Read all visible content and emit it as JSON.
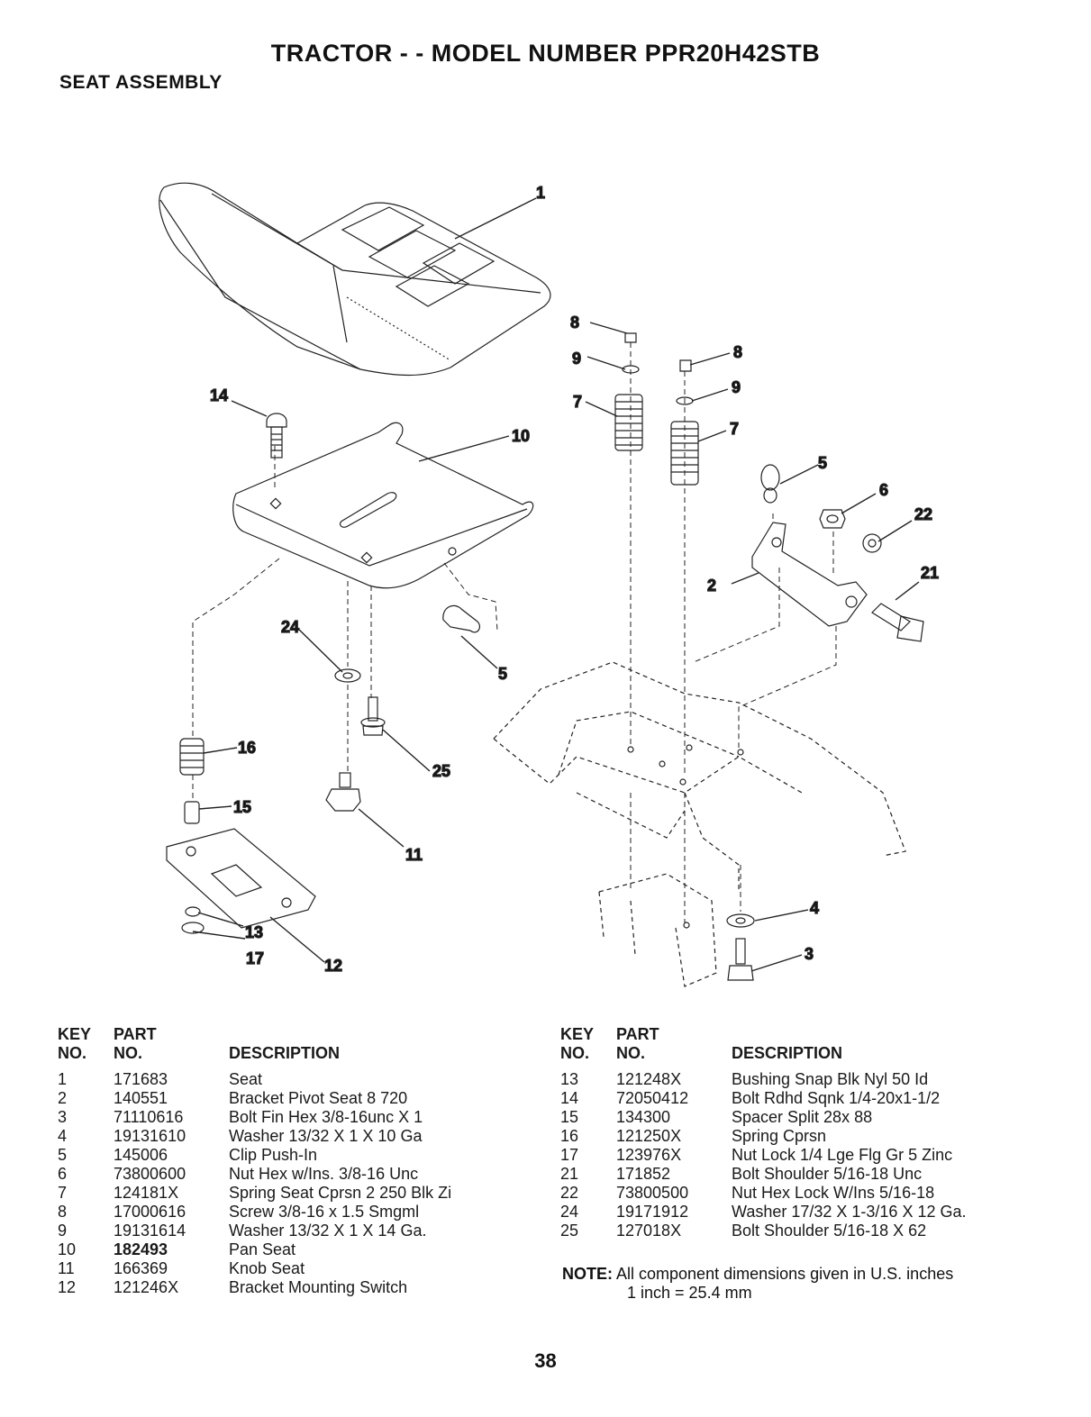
{
  "header": {
    "title": "TRACTOR - - MODEL NUMBER PPR20H42STB",
    "section": "SEAT ASSEMBLY"
  },
  "diagram": {
    "callouts": [
      "1",
      "14",
      "10",
      "8",
      "9",
      "7",
      "8",
      "9",
      "7",
      "5",
      "6",
      "22",
      "21",
      "2",
      "24",
      "5",
      "16",
      "25",
      "15",
      "11",
      "13",
      "17",
      "12",
      "4",
      "3"
    ]
  },
  "table_headers": {
    "key": "KEY",
    "no": "NO.",
    "part": "PART",
    "part_no": "NO.",
    "description": "DESCRIPTION"
  },
  "parts_left": [
    {
      "key": "1",
      "part": "171683",
      "desc": "Seat"
    },
    {
      "key": "2",
      "part": "140551",
      "desc": "Bracket Pivot Seat 8 720"
    },
    {
      "key": "3",
      "part": "71110616",
      "desc": "Bolt Fin Hex 3/8-16unc X 1"
    },
    {
      "key": "4",
      "part": "19131610",
      "desc": "Washer 13/32 X 1 X 10 Ga"
    },
    {
      "key": "5",
      "part": "145006",
      "desc": "Clip Push-In"
    },
    {
      "key": "6",
      "part": "73800600",
      "desc": "Nut Hex w/Ins. 3/8-16 Unc"
    },
    {
      "key": "7",
      "part": "124181X",
      "desc": "Spring Seat Cprsn 2 250 Blk Zi"
    },
    {
      "key": "8",
      "part": "17000616",
      "desc": "Screw 3/8-16 x 1.5  Smgml"
    },
    {
      "key": "9",
      "part": "19131614",
      "desc": "Washer 13/32 X 1 X 14 Ga."
    },
    {
      "key": "10",
      "part": "182493",
      "desc": "Pan Seat"
    },
    {
      "key": "11",
      "part": "166369",
      "desc": "Knob Seat"
    },
    {
      "key": "12",
      "part": "121246X",
      "desc": "Bracket Mounting Switch"
    }
  ],
  "parts_right": [
    {
      "key": "13",
      "part": "121248X",
      "desc": "Bushing Snap Blk Nyl 50 Id"
    },
    {
      "key": "14",
      "part": "72050412",
      "desc": "Bolt Rdhd Sqnk 1/4-20x1-1/2"
    },
    {
      "key": "15",
      "part": "134300",
      "desc": "Spacer Split 28x 88"
    },
    {
      "key": "16",
      "part": "121250X",
      "desc": "Spring Cprsn"
    },
    {
      "key": "17",
      "part": "123976X",
      "desc": "Nut Lock 1/4 Lge Flg Gr 5 Zinc"
    },
    {
      "key": "21",
      "part": "171852",
      "desc": "Bolt Shoulder 5/16-18 Unc"
    },
    {
      "key": "22",
      "part": "73800500",
      "desc": "Nut Hex  Lock W/Ins  5/16-18"
    },
    {
      "key": "24",
      "part": "19171912",
      "desc": "Washer 17/32 X 1-3/16 X 12 Ga."
    },
    {
      "key": "25",
      "part": "127018X",
      "desc": "Bolt Shoulder 5/16-18 X 62"
    }
  ],
  "note": {
    "label": "NOTE:",
    "line1": "All component dimensions given in U.S. inches",
    "line2": "1 inch = 25.4 mm"
  },
  "page_number": "38"
}
